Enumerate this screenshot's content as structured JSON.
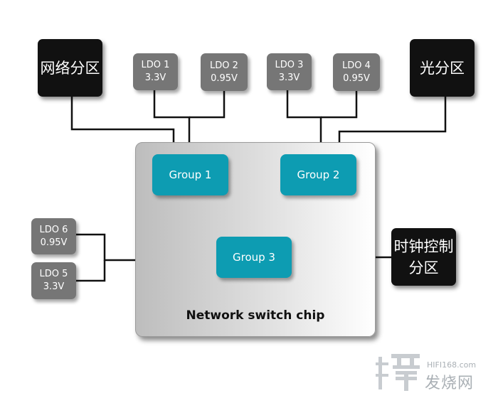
{
  "chip": {
    "label": "Network switch chip"
  },
  "groups": [
    {
      "label": "Group 1"
    },
    {
      "label": "Group 2"
    },
    {
      "label": "Group 3"
    }
  ],
  "ldos": [
    {
      "name": "LDO 1",
      "voltage": "3.3V"
    },
    {
      "name": "LDO 2",
      "voltage": "0.95V"
    },
    {
      "name": "LDO 3",
      "voltage": "3.3V"
    },
    {
      "name": "LDO 4",
      "voltage": "0.95V"
    },
    {
      "name": "LDO 6",
      "voltage": "0.95V"
    },
    {
      "name": "LDO 5",
      "voltage": "3.3V"
    }
  ],
  "partitions": {
    "network": {
      "line1": "网络分区"
    },
    "optical": {
      "line1": "光分区"
    },
    "clock": {
      "line1": "时钟控制",
      "line2": "分区"
    }
  },
  "watermark": {
    "url": "HIFI168.com",
    "name": "发烧网"
  },
  "colors": {
    "group": "#0d9cb2",
    "ldo": "#767676",
    "partition": "#111111",
    "wire": "#111111"
  }
}
